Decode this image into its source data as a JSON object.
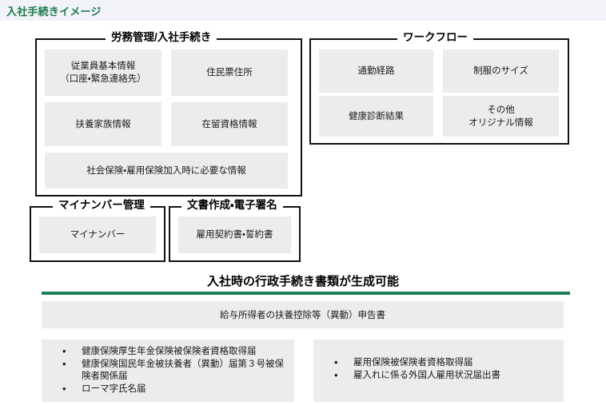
{
  "header": {
    "title": "入社手続きイメージ",
    "accent_color": "#1e7a4d",
    "band_color": "#f2f3f8"
  },
  "groups": [
    {
      "id": "roumu",
      "title": "労務管理/入社手続き",
      "cells": [
        {
          "lines": [
            "従業員基本情報",
            "（口座・緊急連絡先）"
          ]
        },
        {
          "lines": [
            "住民票住所"
          ]
        },
        {
          "lines": [
            "扶養家族情報"
          ]
        },
        {
          "lines": [
            "在留資格情報"
          ]
        },
        {
          "lines": [
            "社会保険・雇用保険加入時に必要な情報"
          ]
        }
      ]
    },
    {
      "id": "workflow",
      "title": "ワークフロー",
      "cells": [
        {
          "lines": [
            "通勤経路"
          ]
        },
        {
          "lines": [
            "制服のサイズ"
          ]
        },
        {
          "lines": [
            "健康診断結果"
          ]
        },
        {
          "lines": [
            "その他",
            "オリジナル情報"
          ]
        }
      ]
    },
    {
      "id": "mynumber",
      "title": "マイナンバー管理",
      "cells": [
        {
          "lines": [
            "マイナンバー"
          ]
        }
      ]
    },
    {
      "id": "doc",
      "title": "文書作成・電子署名",
      "cells": [
        {
          "lines": [
            "雇用契約書・誓約書"
          ]
        }
      ]
    }
  ],
  "bottom": {
    "section_title": "入社時の行政手続き書類が生成可能",
    "rule_color": "#1d8055",
    "wide_bar_label": "給与所得者の扶養控除等（異動）申告書",
    "left_list": [
      "健康保険厚生年金保険被保険者資格取得届",
      "健康保険国民年金被扶養者（異動）届第３号被保険者関係届",
      "ローマ字氏名届"
    ],
    "right_list": [
      "雇用保険被保険者資格取得届",
      "雇入れに係る外国人雇用状況届出書"
    ]
  }
}
